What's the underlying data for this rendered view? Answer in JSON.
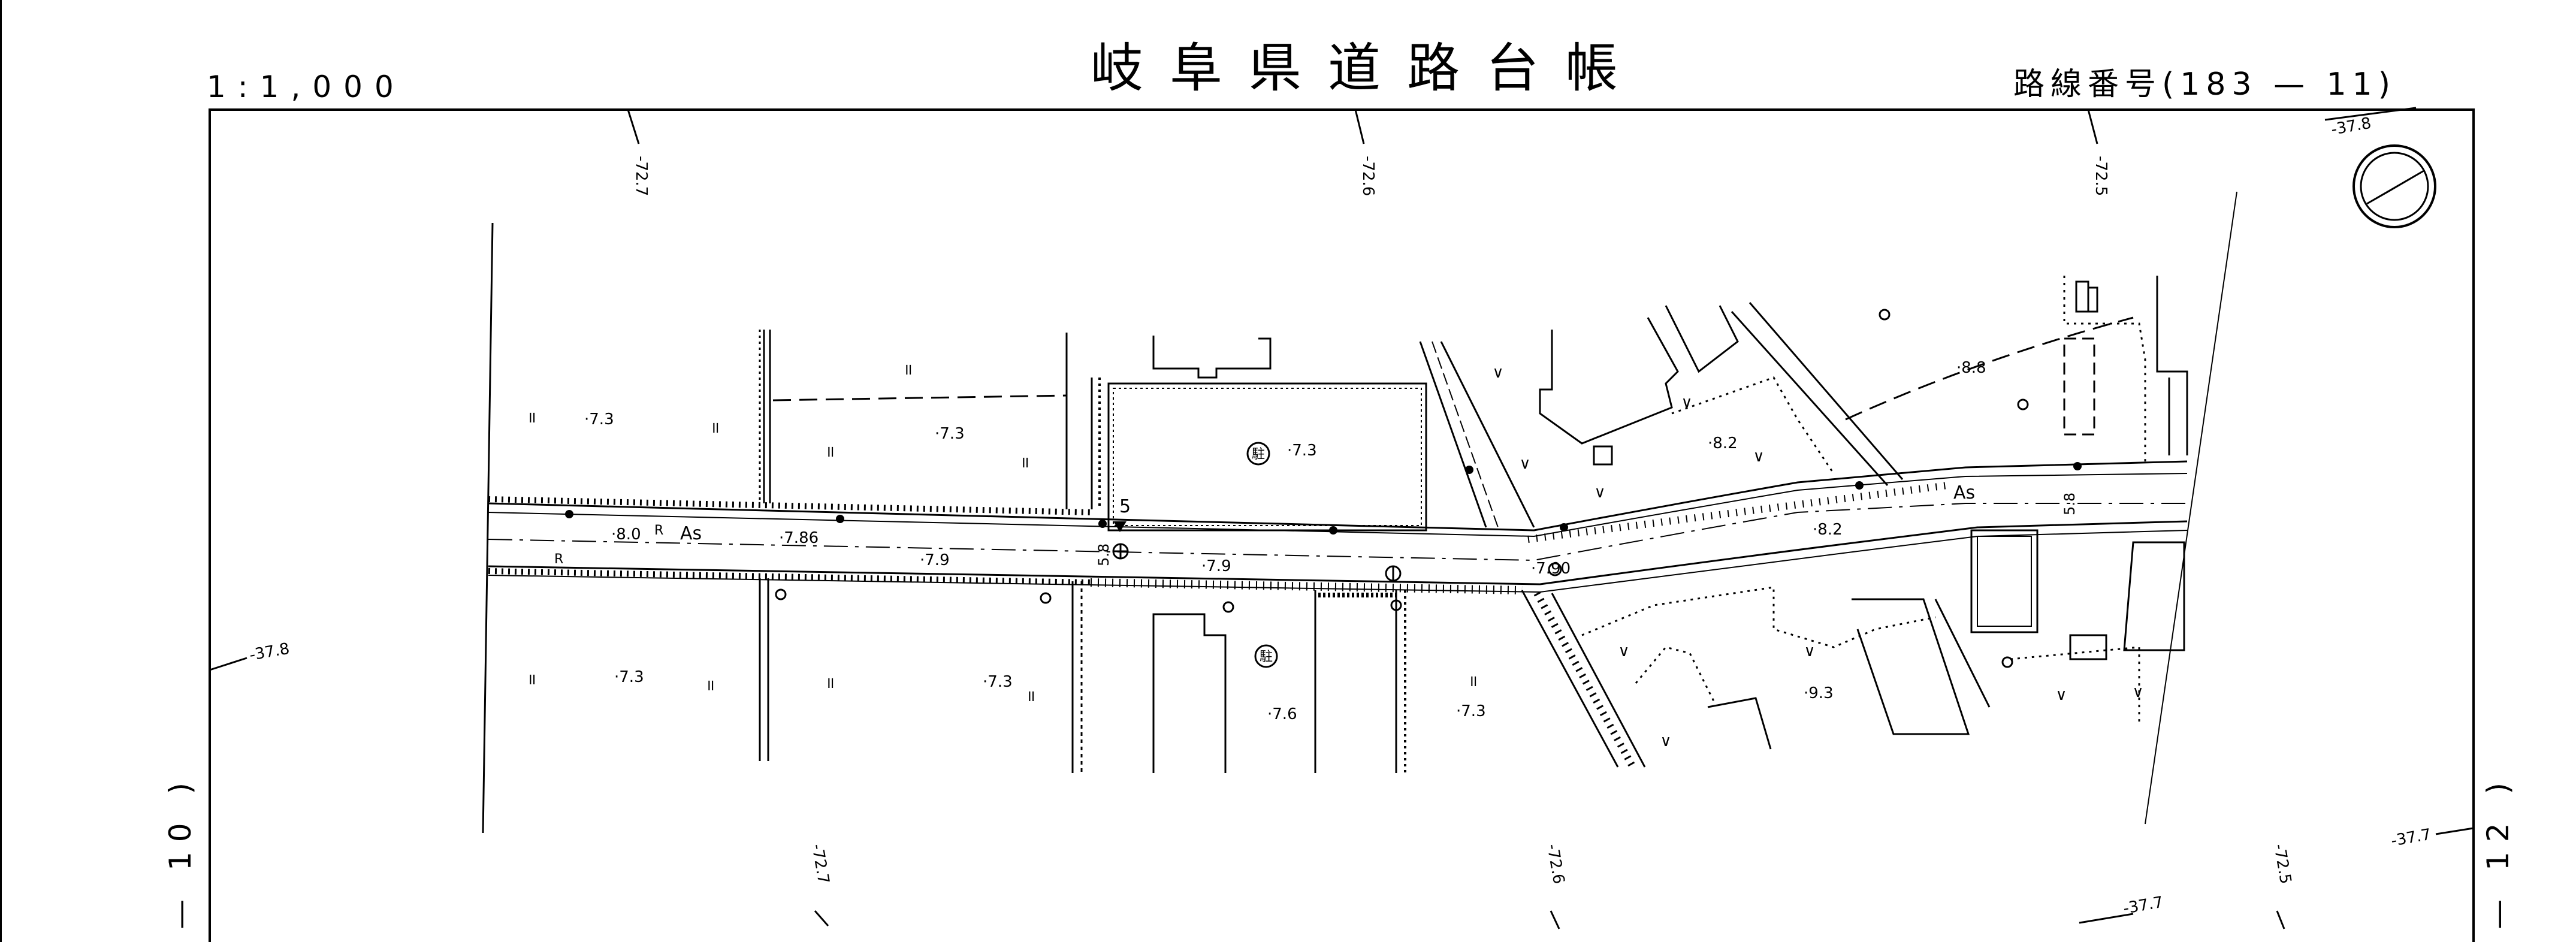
{
  "header": {
    "title": "岐阜県道路台帳",
    "scale": "1:1,000",
    "route_number": "路線番号(183 — 11)"
  },
  "side_labels": {
    "left": "— 10 )",
    "right": "— 12 )"
  },
  "grid_labels": {
    "top": [
      "-72.7",
      "-72.6",
      "-72.5"
    ],
    "bottom": [
      "-72.7",
      "-72.6",
      "-72.5"
    ],
    "top_right": "-37.8",
    "left": "-37.8",
    "right": "-37.7",
    "bottom_right": "-37.7"
  },
  "road_labels": {
    "surface_left": "As",
    "surface_right": "As",
    "mark_r1": "R",
    "mark_r2": "R",
    "node_5": "5",
    "width_58_left": "5.8",
    "width_58_right": "5.8"
  },
  "elevations": [
    {
      "id": "e1",
      "value": "·7.3"
    },
    {
      "id": "e2",
      "value": "·7.3"
    },
    {
      "id": "e3",
      "value": "·7.3"
    },
    {
      "id": "e4",
      "value": "·8.0"
    },
    {
      "id": "e5",
      "value": "·7.86"
    },
    {
      "id": "e6",
      "value": "·7.9"
    },
    {
      "id": "e7",
      "value": "·7.9"
    },
    {
      "id": "e8",
      "value": "·7.90"
    },
    {
      "id": "e9",
      "value": "·8.2"
    },
    {
      "id": "e10",
      "value": "·8.2"
    },
    {
      "id": "e11",
      "value": "·8.8"
    },
    {
      "id": "e12",
      "value": "·7.3"
    },
    {
      "id": "e13",
      "value": "·7.3"
    },
    {
      "id": "e14",
      "value": "·7.6"
    },
    {
      "id": "e15",
      "value": "·7.3"
    },
    {
      "id": "e16",
      "value": "·9.3"
    }
  ],
  "symbols": {
    "parking": "駐",
    "field": "॥",
    "rice": "∨"
  },
  "north_arrow_icon": "north-arrow-icon"
}
